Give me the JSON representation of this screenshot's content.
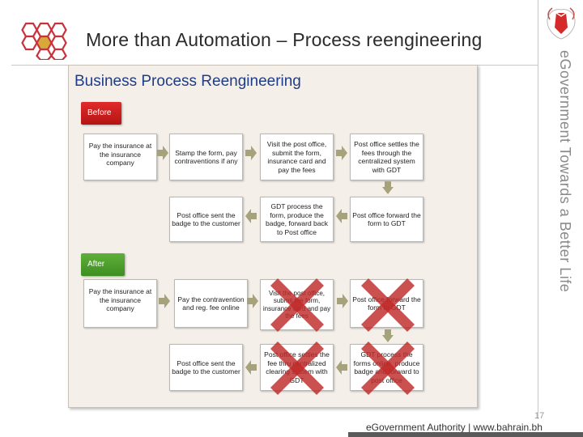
{
  "header": {
    "title": "More than Automation – Process reengineering",
    "side_tagline": "eGovernment Towards a Better Life"
  },
  "panel": {
    "heading": "Business Process Reengineering",
    "before_label": "Before",
    "after_label": "After"
  },
  "before": {
    "row1": [
      "Pay the insurance at the insurance company",
      "Stamp the form, pay contraventions if any",
      "Visit the post office, submit the form, insurance card and pay the fees",
      "Post office settles the fees through the centralized system with GDT"
    ],
    "row2": [
      "Post office sent the badge to the customer",
      "GDT process the form, produce the badge, forward back to Post office",
      "Post office forward the form to GDT"
    ]
  },
  "after": {
    "row1": [
      "Pay the insurance at the insurance company",
      "Pay the contravention and reg. fee online",
      "Visit the post office, submit the form, insurance card and pay the fees",
      "Post office forward the form to GDT"
    ],
    "row2": [
      "Post office sent the badge to the customer",
      "Post office settles the fee thru centralized clearing system with GDT",
      "GDT process the forms online, produce badge and forward to post office"
    ]
  },
  "footer": {
    "page_number": "17",
    "text": "eGovernment Authority | www.bahrain.bh"
  },
  "colors": {
    "title_blue": "#1f3c88",
    "before_red": "#c81d1d",
    "after_green": "#4e9e2c",
    "arrow_olive": "#a6a37c",
    "cross_red": "#c02a2a"
  }
}
